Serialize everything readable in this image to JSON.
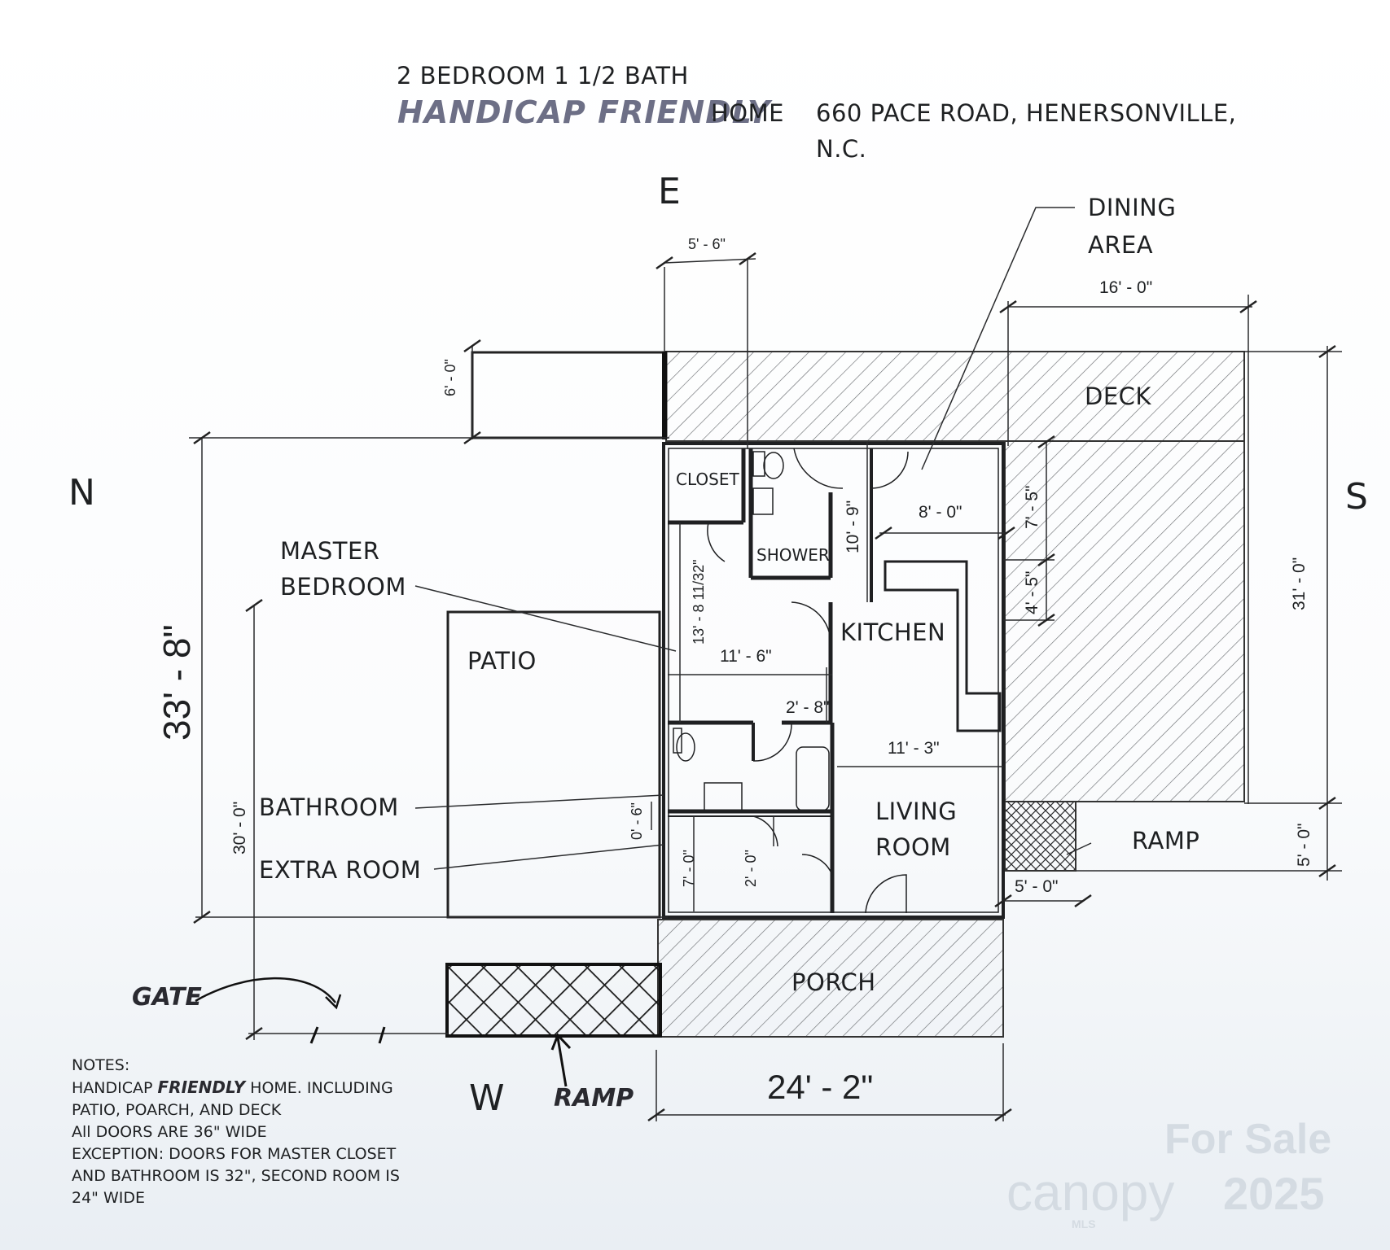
{
  "header": {
    "line1": "2 BEDROOM 1 1/2 BATH",
    "handwritten": "HANDICAP FRIENDLY",
    "home": "HOME",
    "address_line1": "660 PACE ROAD, HENERSONVILLE,",
    "address_line2": "N.C."
  },
  "compass": {
    "east": "E",
    "north": "N",
    "south": "S",
    "west": "W"
  },
  "rooms": {
    "closet": "CLOSET",
    "shower": "SHOWER",
    "kitchen": "KITCHEN",
    "living_room_1": "LIVING",
    "living_room_2": "ROOM",
    "patio": "PATIO",
    "deck": "DECK",
    "porch": "PORCH"
  },
  "callouts": {
    "dining_1": "DINING",
    "dining_2": "AREA",
    "master_1": "MASTER",
    "master_2": "BEDROOM",
    "bathroom": "BATHROOM",
    "extra_room": "EXTRA ROOM",
    "ramp_right": "RAMP",
    "ramp_bottom": "RAMP",
    "gate": "GATE"
  },
  "dimensions": {
    "top_5_6": "5' - 6\"",
    "deck_16_0": "16' - 0\"",
    "deck_6_0": "6' - 0\"",
    "overall_depth": "33' - 8\"",
    "patio_30_0": "30' - 0\"",
    "right_31_0": "31' - 0\"",
    "ramp_5_0_v": "5' - 0\"",
    "ramp_5_0_h": "5' - 0\"",
    "kitchen_8_0": "8' - 0\"",
    "kitchen_10_9": "10' - 9\"",
    "deck_7_5": "7' - 5\"",
    "deck_4_5": "4' - 5\"",
    "master_13_8": "13' - 8 11/32\"",
    "master_11_6": "11' - 6\"",
    "door_2_8": "2' - 8\"",
    "living_11_3": "11' - 3\"",
    "gap_0_6": "0' - 6\"",
    "extra_7_0": "7' - 0\"",
    "extra_2_0": "2' - 0\"",
    "overall_width": "24' - 2\""
  },
  "notes": {
    "heading": "NOTES:",
    "line1_a": "HANDICAP",
    "line1_hand": "FRIENDLY",
    "line1_b": "HOME. INCLUDING",
    "line2": "PATIO, POARCH, AND DECK",
    "line3": "All DOORS ARE 36\" WIDE",
    "line4": "EXCEPTION: DOORS FOR MASTER CLOSET",
    "line5": "AND BATHROOM IS 32\", SECOND ROOM IS",
    "line6": "24\" WIDE"
  },
  "watermark": {
    "for_sale": "For Sale",
    "brand": "canopy",
    "year": "2025",
    "mls": "MLS"
  },
  "colors": {
    "ink": "#1e2022",
    "handwriting": "#6d6f86",
    "watermark": "#d4dbe2"
  }
}
